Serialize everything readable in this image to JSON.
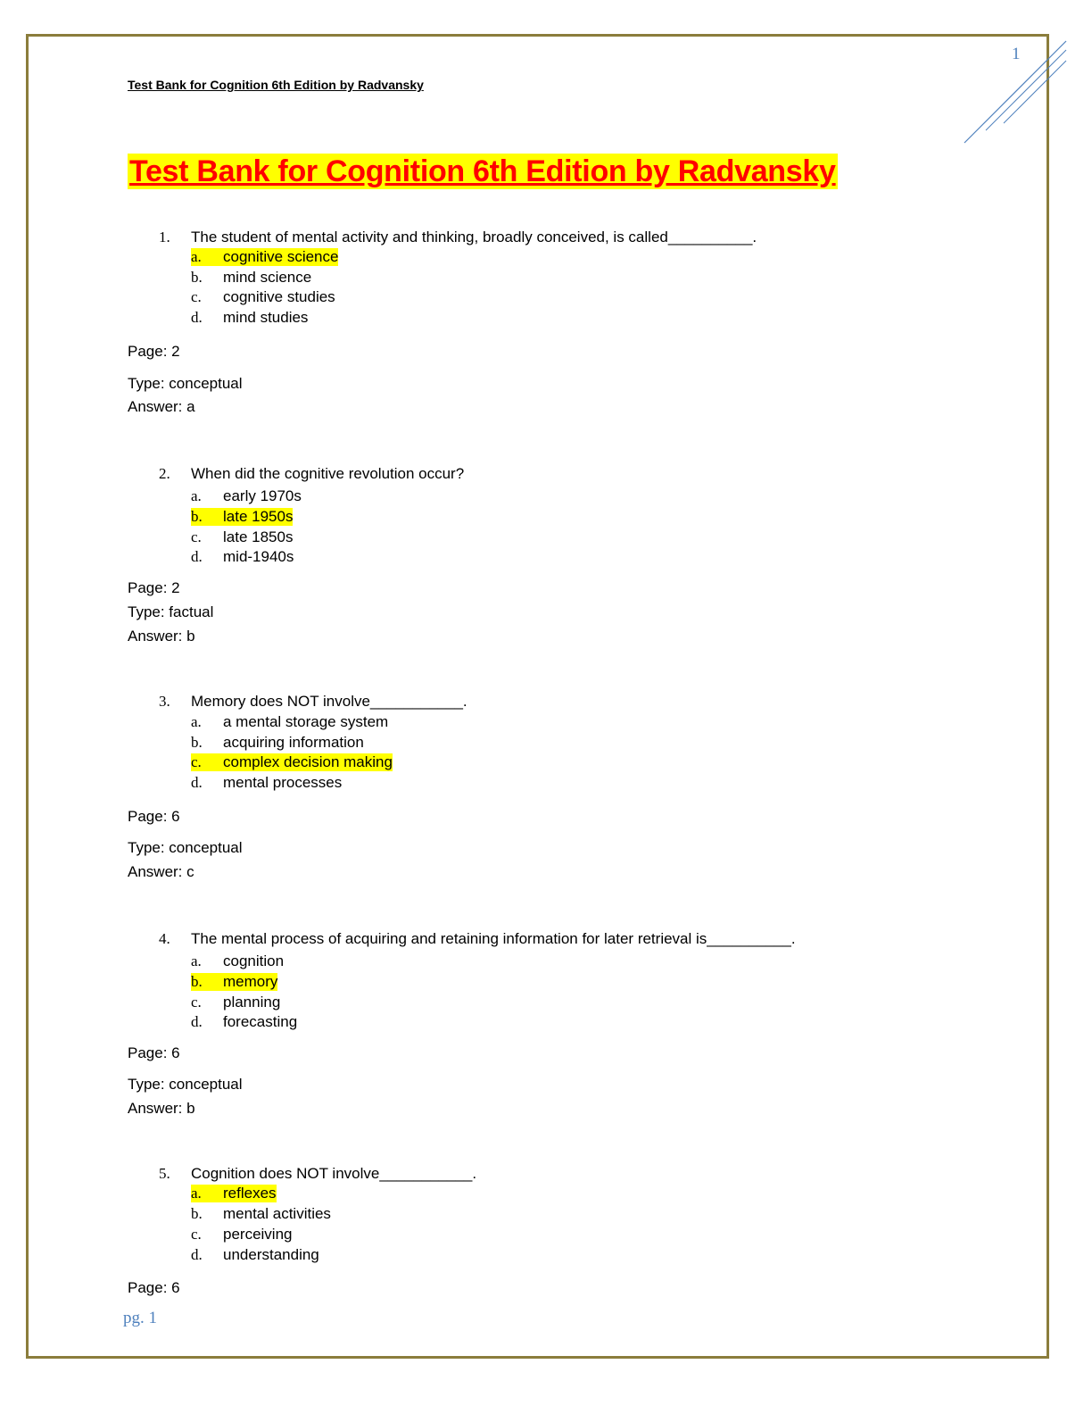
{
  "header": {
    "page_number": "1",
    "running_title": "Test Bank for Cognition 6th Edition by Radvansky"
  },
  "title": "Test Bank for Cognition 6th Edition by Radvansky",
  "questions": [
    {
      "number": "1.",
      "text": "The student of mental activity and thinking, broadly conceived, is called__________.",
      "options": [
        {
          "letter": "a.",
          "text": "cognitive science"
        },
        {
          "letter": "b.",
          "text": "mind science"
        },
        {
          "letter": "c.",
          "text": "cognitive studies"
        },
        {
          "letter": "d.",
          "text": "mind studies"
        }
      ],
      "highlighted": "a",
      "page": "Page: 2",
      "type": "Type: conceptual",
      "answer": "Answer: a"
    },
    {
      "number": "2.",
      "text": "When did the cognitive revolution occur?",
      "options": [
        {
          "letter": "a.",
          "text": "early 1970s"
        },
        {
          "letter": "b.",
          "text": "late 1950s"
        },
        {
          "letter": "c.",
          "text": "late 1850s"
        },
        {
          "letter": "d.",
          "text": "mid-1940s"
        }
      ],
      "highlighted": "b",
      "page": "Page: 2",
      "type": "Type: factual",
      "answer": "Answer: b"
    },
    {
      "number": "3.",
      "text": "Memory does NOT involve___________.",
      "options": [
        {
          "letter": "a.",
          "text": "a mental storage system"
        },
        {
          "letter": "b.",
          "text": "acquiring information"
        },
        {
          "letter": "c.",
          "text": "complex decision making"
        },
        {
          "letter": "d.",
          "text": "mental processes"
        }
      ],
      "highlighted": "c",
      "page": "Page: 6",
      "type": "Type: conceptual",
      "answer": "Answer: c"
    },
    {
      "number": "4.",
      "text": "The mental process of acquiring and retaining information for later retrieval is__________.",
      "options": [
        {
          "letter": "a.",
          "text": "cognition"
        },
        {
          "letter": "b.",
          "text": "memory"
        },
        {
          "letter": "c.",
          "text": "planning"
        },
        {
          "letter": "d.",
          "text": "forecasting"
        }
      ],
      "highlighted": "b",
      "page": "Page: 6",
      "type": "Type: conceptual",
      "answer": "Answer: b"
    },
    {
      "number": "5.",
      "text": "Cognition does NOT involve___________.",
      "options": [
        {
          "letter": "a.",
          "text": "reflexes"
        },
        {
          "letter": "b.",
          "text": "mental activities"
        },
        {
          "letter": "c.",
          "text": "perceiving"
        },
        {
          "letter": "d.",
          "text": "understanding"
        }
      ],
      "highlighted": "a",
      "page": "Page: 6"
    }
  ],
  "footer": {
    "page_label": "pg. 1"
  },
  "colors": {
    "border": "#8b7d3c",
    "title_text": "#ff0000",
    "highlight": "#ffff00",
    "accent_blue": "#4f81bd"
  }
}
